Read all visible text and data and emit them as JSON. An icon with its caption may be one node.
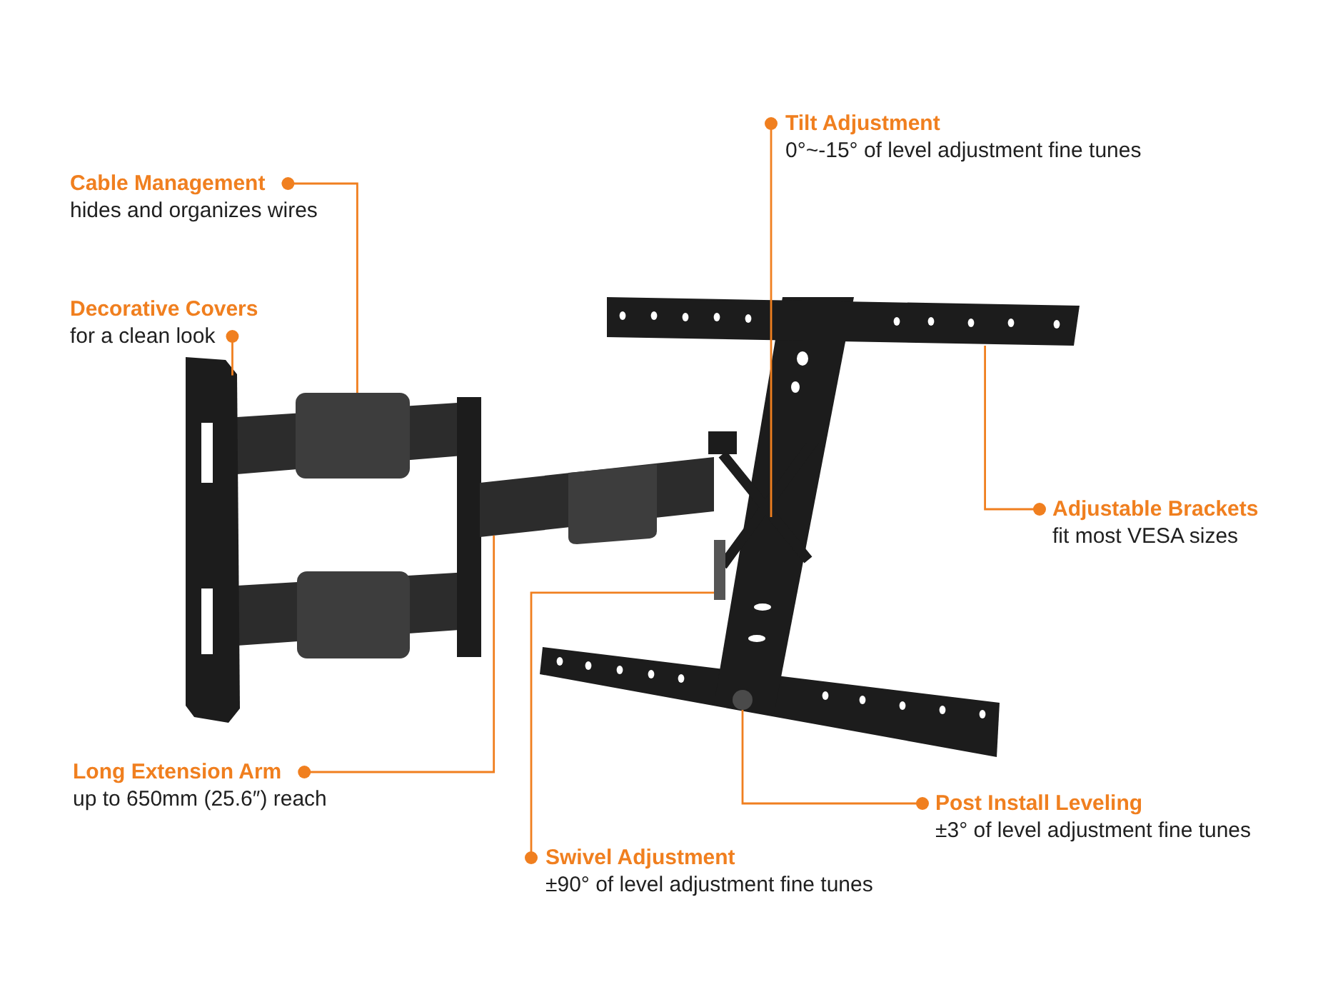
{
  "diagram": {
    "nodes": [
      {
        "text": [
          "Tilt Adjustment",
          "0°~-15° of level adjustment fine tunes"
        ]
      },
      {
        "text": [
          "Cable Management",
          "hides and organizes wires"
        ]
      },
      {
        "text": [
          "Decorative Covers",
          "for a clean look"
        ]
      },
      {
        "text": [
          "Adjustable Brackets",
          "fit most VESA sizes"
        ]
      },
      {
        "text": [
          "Long Extension Arm",
          "up to 650mm (25.6″) reach"
        ]
      },
      {
        "text": [
          "Post Install Leveling",
          "±3° of level adjustment fine tunes"
        ]
      },
      {
        "text": [
          "Swivel Adjustment",
          "±90° of level adjustment fine tunes"
        ]
      },
      {
        "text": [],
        "shape": "picture"
      },
      {
        "text": [],
        "shape": "box"
      },
      {
        "text": [],
        "shape": "picture"
      },
      {
        "text": [],
        "shape": "picture"
      },
      {
        "text": [],
        "shape": "picture"
      },
      {
        "text": [],
        "shape": "bar"
      },
      {
        "text": [],
        "shape": "circle"
      },
      {
        "text": [],
        "shape": "box"
      }
    ],
    "edges": [
      {
        "from": 0,
        "to": 11,
        "arrow": "other"
      },
      {
        "from": 1,
        "to": 8,
        "arrow": "other"
      },
      {
        "from": 2,
        "to": 7,
        "arrow": "other"
      },
      {
        "from": 3,
        "to": 10,
        "arrow": "other"
      },
      {
        "from": 4,
        "to": 9,
        "arrow": "other"
      },
      {
        "from": 5,
        "to": 13,
        "arrow": "other"
      },
      {
        "from": 6,
        "to": 12,
        "arrow": "other"
      }
    ]
  }
}
